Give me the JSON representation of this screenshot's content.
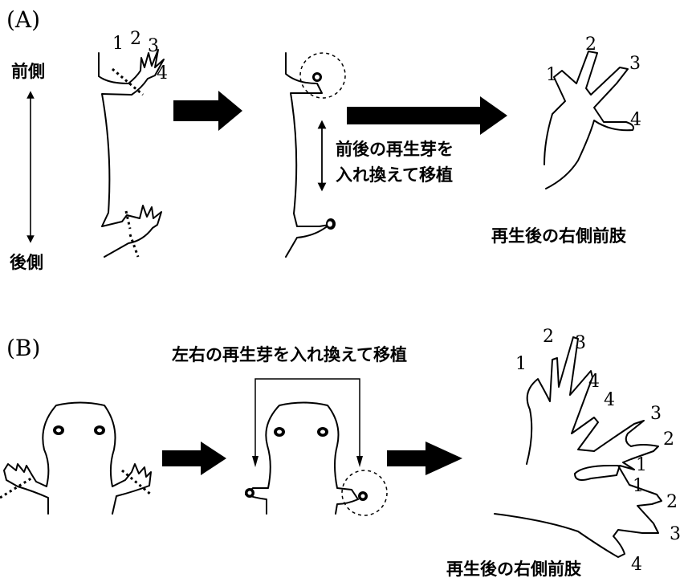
{
  "panel_a": {
    "label": "(A)",
    "axis_front": "前側",
    "axis_back": "後側",
    "digits_initial": [
      "1",
      "2",
      "3",
      "4"
    ],
    "swap_caption": [
      "前後の再生芽を",
      "入れ換えて移植"
    ],
    "result_caption": "再生後の右側前肢",
    "digits_result": [
      "1",
      "2",
      "3",
      "4"
    ]
  },
  "panel_b": {
    "label": "(B)",
    "swap_caption": "左右の再生芽を入れ換えて移植",
    "result_caption": "再生後の右側前肢",
    "digits_result": [
      "1",
      "2",
      "3",
      "4",
      "4",
      "3",
      "2",
      "1",
      "1",
      "2",
      "3",
      "4"
    ]
  }
}
